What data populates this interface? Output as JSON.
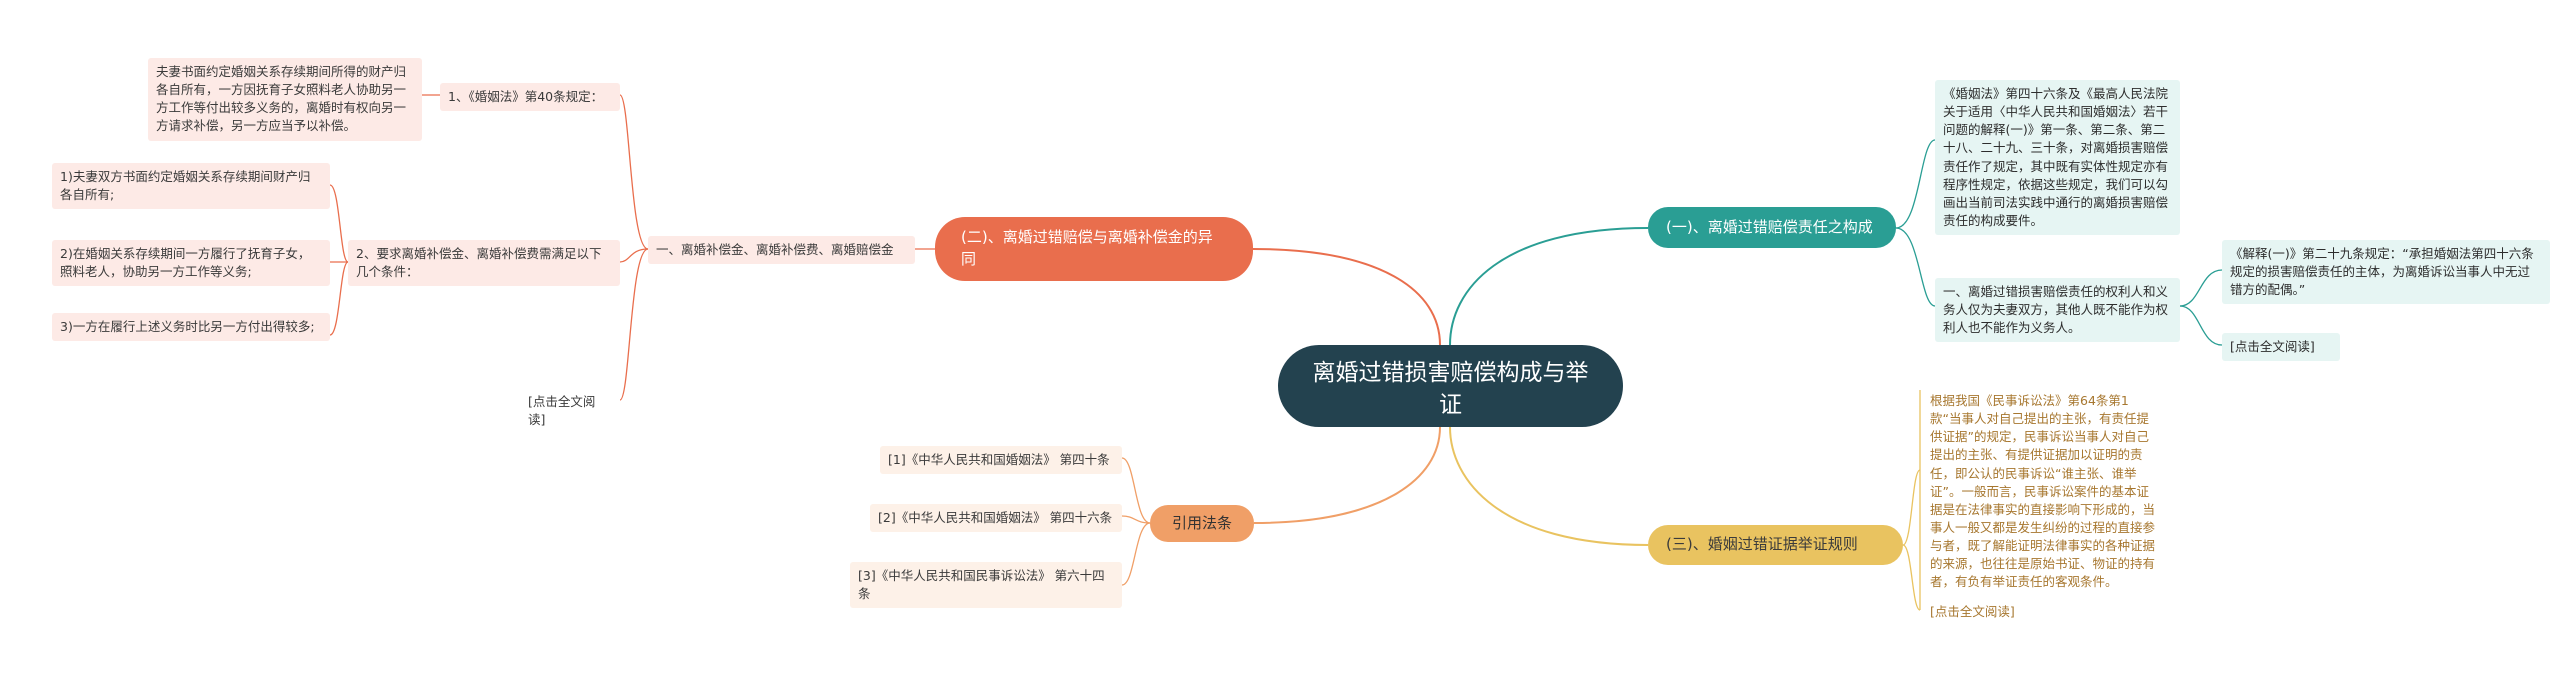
{
  "root": {
    "label": "离婚过错损害赔偿构成与举证"
  },
  "branches": {
    "liability": {
      "label": "(一)、离婚过错赔偿责任之构成",
      "basis": "《婚姻法》第四十六条及《最高人民法院关于适用〈中华人民共和国婚姻法〉若干问题的解释(一)》第一条、第二条、第二十八、二十九、三十条，对离婚损害赔偿责任作了规定，其中既有实体性规定亦有程序性规定，依据这些规定，我们可以勾画出当前司法实践中通行的离婚损害赔偿责任的构成要件。",
      "subject": "一、离婚过错损害赔偿责任的权利人和义务人仅为夫妻双方，其他人既不能作为权利人也不能作为义务人。",
      "interpretation": "《解释(一)》第二十九条规定：“承担婚姻法第四十六条规定的损害赔偿责任的主体，为离婚诉讼当事人中无过错方的配偶。”",
      "read_more": "[点击全文阅读]"
    },
    "evidence": {
      "label": "(三)、婚姻过错证据举证规则",
      "text": "根据我国《民事诉讼法》第64条第1款“当事人对自己提出的主张，有责任提供证据”的规定，民事诉讼当事人对自己提出的主张、有提供证据加以证明的责任，即公认的民事诉讼“谁主张、谁举证”。一般而言，民事诉讼案件的基本证据是在法律事实的直接影响下形成的，当事人一般又都是发生纠纷的过程的直接参与者，既了解能证明法律事实的各种证据的来源，也往往是原始书证、物证的持有者，有负有举证责任的客观条件。",
      "read_more": "[点击全文阅读]"
    },
    "difference": {
      "label": "(二)、离婚过错赔偿与离婚补偿金的异同",
      "hub": "一、离婚补偿金、离婚补偿费、离婚赔偿金",
      "art40": "1、《婚姻法》第40条规定：",
      "art40_text": "夫妻书面约定婚姻关系存续期间所得的财产归各自所有，一方因抚育子女照料老人协助另一方工作等付出较多义务的，离婚时有权向另一方请求补偿，另一方应当予以补偿。",
      "conditions": "2、要求离婚补偿金、离婚补偿费需满足以下几个条件：",
      "c1": "1)夫妻双方书面约定婚姻关系存续期间财产归各自所有;",
      "c2": "2)在婚姻关系存续期间一方履行了抚育子女，照料老人，协助另一方工作等义务;",
      "c3": "3)一方在履行上述义务时比另一方付出得较多;",
      "read_more": "[点击全文阅读]"
    },
    "citations": {
      "label": "引用法条",
      "items": [
        "[1]《中华人民共和国婚姻法》 第四十条",
        "[2]《中华人民共和国婚姻法》 第四十六条",
        "[3]《中华人民共和国民事诉讼法》 第六十四条"
      ]
    }
  },
  "colors": {
    "center": "#23424f",
    "teal": "#2a9e94",
    "yellow": "#e9c360",
    "orange": "#e96e4d",
    "cite": "#f09f67"
  }
}
